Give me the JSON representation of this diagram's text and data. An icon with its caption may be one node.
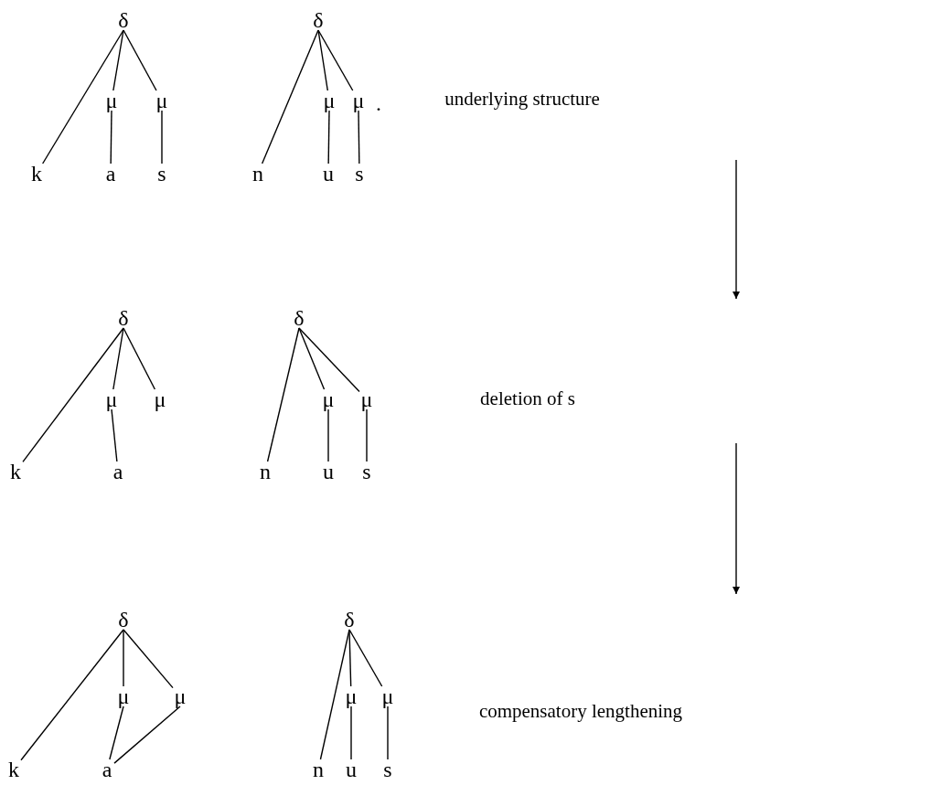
{
  "diagram": {
    "nodes": [
      {
        "text": [
          "δ"
        ]
      },
      {
        "text": [
          "μ"
        ]
      },
      {
        "text": [
          "μ"
        ]
      },
      {
        "text": [
          "k"
        ]
      },
      {
        "text": [
          "a"
        ]
      },
      {
        "text": [
          "s"
        ]
      },
      {
        "text": [
          "δ"
        ]
      },
      {
        "text": [
          "μ"
        ]
      },
      {
        "text": [
          "μ"
        ]
      },
      {
        "text": [
          "n"
        ]
      },
      {
        "text": [
          "u"
        ]
      },
      {
        "text": [
          "s"
        ]
      },
      {
        "text": [
          "underlying structure"
        ]
      },
      {
        "text": [
          "δ"
        ]
      },
      {
        "text": [
          "μ"
        ]
      },
      {
        "text": [
          "μ"
        ]
      },
      {
        "text": [
          "k"
        ]
      },
      {
        "text": [
          "a"
        ]
      },
      {
        "text": [
          "δ"
        ]
      },
      {
        "text": [
          "μ"
        ]
      },
      {
        "text": [
          "μ"
        ]
      },
      {
        "text": [
          "n"
        ]
      },
      {
        "text": [
          "u"
        ]
      },
      {
        "text": [
          "s"
        ]
      },
      {
        "text": [
          "deletion of s"
        ]
      },
      {
        "text": [
          "δ"
        ]
      },
      {
        "text": [
          "μ"
        ]
      },
      {
        "text": [
          "μ"
        ]
      },
      {
        "text": [
          "k"
        ]
      },
      {
        "text": [
          "a"
        ]
      },
      {
        "text": [
          "δ"
        ]
      },
      {
        "text": [
          "μ"
        ]
      },
      {
        "text": [
          "μ"
        ]
      },
      {
        "text": [
          "n"
        ]
      },
      {
        "text": [
          "u"
        ]
      },
      {
        "text": [
          "s"
        ]
      },
      {
        "text": [
          "compensatory lengthening"
        ]
      }
    ],
    "edges": [
      {
        "from": 0,
        "to": 3,
        "arrow": "none"
      },
      {
        "from": 0,
        "to": 1,
        "arrow": "none"
      },
      {
        "from": 0,
        "to": 2,
        "arrow": "none"
      },
      {
        "from": 1,
        "to": 4,
        "arrow": "none"
      },
      {
        "from": 2,
        "to": 5,
        "arrow": "none"
      },
      {
        "from": 6,
        "to": 9,
        "arrow": "none"
      },
      {
        "from": 6,
        "to": 7,
        "arrow": "none"
      },
      {
        "from": 6,
        "to": 8,
        "arrow": "none"
      },
      {
        "from": 7,
        "to": 10,
        "arrow": "none"
      },
      {
        "from": 8,
        "to": 11,
        "arrow": "none"
      },
      {
        "from": 13,
        "to": 16,
        "arrow": "none"
      },
      {
        "from": 13,
        "to": 14,
        "arrow": "none"
      },
      {
        "from": 13,
        "to": 15,
        "arrow": "none"
      },
      {
        "from": 14,
        "to": 17,
        "arrow": "none"
      },
      {
        "from": 18,
        "to": 21,
        "arrow": "none"
      },
      {
        "from": 18,
        "to": 19,
        "arrow": "none"
      },
      {
        "from": 18,
        "to": 20,
        "arrow": "none"
      },
      {
        "from": 19,
        "to": 22,
        "arrow": "none"
      },
      {
        "from": 20,
        "to": 23,
        "arrow": "none"
      },
      {
        "from": 25,
        "to": 28,
        "arrow": "none"
      },
      {
        "from": 25,
        "to": 26,
        "arrow": "none"
      },
      {
        "from": 25,
        "to": 27,
        "arrow": "none"
      },
      {
        "from": 26,
        "to": 29,
        "arrow": "none"
      },
      {
        "from": 27,
        "to": 29,
        "arrow": "none"
      },
      {
        "from": 30,
        "to": 33,
        "arrow": "none"
      },
      {
        "from": 30,
        "to": 31,
        "arrow": "none"
      },
      {
        "from": 30,
        "to": 32,
        "arrow": "none"
      },
      {
        "from": 31,
        "to": 34,
        "arrow": "none"
      },
      {
        "from": 32,
        "to": 35,
        "arrow": "none"
      }
    ],
    "labels": [
      "."
    ]
  }
}
